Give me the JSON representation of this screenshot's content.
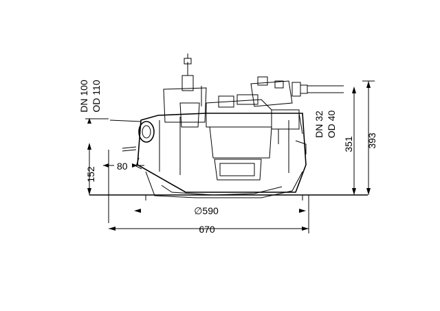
{
  "labels": {
    "inlet_dn": "DN 100",
    "inlet_od": "OD 110",
    "outlet_dn": "DN 32",
    "outlet_od": "OD 40",
    "height_inlet": "152",
    "inlet_offset": "80",
    "diameter": "∅590",
    "width": "670",
    "height_outlet": "351",
    "height_total": "393"
  }
}
